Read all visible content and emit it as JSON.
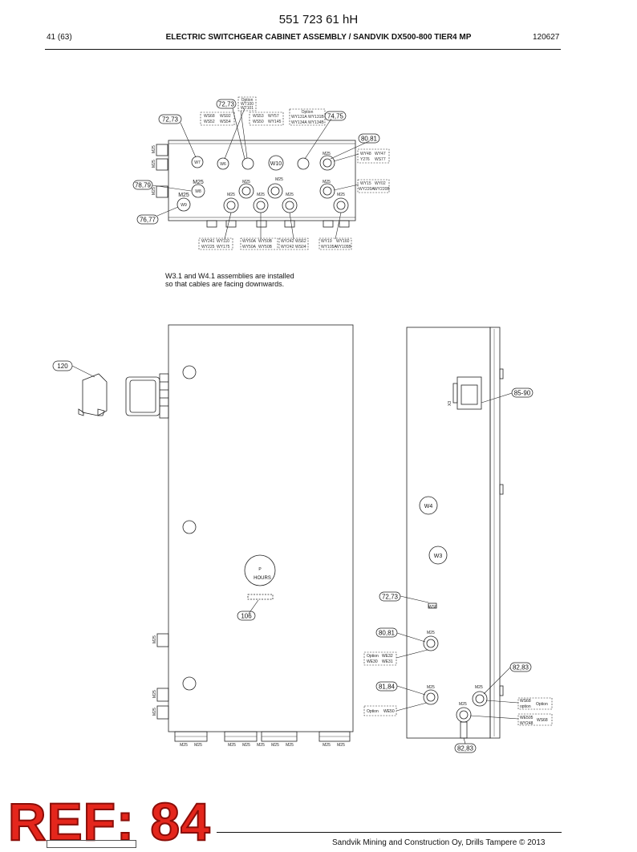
{
  "header": {
    "doc_number": "551 723 61 hH",
    "page": "41 (63)",
    "title": "ELECTRIC SWITCHGEAR CABINET ASSEMBLY / SANDVIK DX500-800 TIER4 MP",
    "date": "120627"
  },
  "top_view": {
    "callouts": [
      "72,73",
      "72,73",
      "74,75",
      "80,81",
      "78,79",
      "76,77"
    ],
    "option_note": [
      "Option",
      "WT100",
      "WT101"
    ],
    "wire_boxes": [
      [
        "WS68",
        "WS92"
      ],
      [
        "WS52",
        "WS54"
      ],
      [
        "WS53",
        "WY57"
      ],
      [
        "WS50",
        "WY145"
      ],
      [
        "Option"
      ],
      [
        "WY131A",
        "WY131B"
      ],
      [
        "WY134A",
        "WY134B"
      ],
      [
        "WY48",
        "WY47"
      ],
      [
        "Y276",
        "WS77"
      ],
      [
        "WY15",
        "WY02"
      ],
      [
        "WY220A",
        "WY220B"
      ],
      [
        "WY241",
        "WY110"
      ],
      [
        "WY225",
        "WY175"
      ],
      [
        "WY50A",
        "WY50B"
      ],
      [
        "WY50A",
        "WY50B"
      ],
      [
        "WY242",
        "WS62"
      ],
      [
        "WY242",
        "WS04"
      ],
      [
        "WY19",
        "WY160"
      ],
      [
        "WY105A",
        "WY105B"
      ]
    ],
    "gland_labels": [
      "W7",
      "W6",
      "W10",
      "W8",
      "W9",
      "M25",
      "M25",
      "M25",
      "M25",
      "M25",
      "M25",
      "M25",
      "M25",
      "M25",
      "M25"
    ],
    "note": [
      "W3.1 and W4.1 assemblies are installed",
      "so that cables are facing downwards."
    ]
  },
  "front_view": {
    "callouts": [
      "120",
      "106"
    ],
    "hour_meter": [
      "P",
      "HOURS"
    ],
    "bottom_labels": [
      "M25",
      "M25",
      "M25",
      "M25",
      "M25",
      "M25",
      "M25",
      "M25",
      "M25"
    ]
  },
  "side_view": {
    "callouts": [
      "85-90",
      "72,73",
      "80,81",
      "81,84",
      "82,83",
      "82,83"
    ],
    "connector": "X3",
    "glands": [
      "W4",
      "W3"
    ],
    "small_labels": [
      "WS6",
      "M25",
      "M25",
      "M25",
      "M25"
    ],
    "option_boxes": [
      [
        "Option",
        "WE32"
      ],
      [
        "WE30",
        "WE31"
      ],
      [
        "Option",
        "WE50"
      ],
      [
        "WS68",
        "option"
      ],
      [
        "Option"
      ],
      [
        "WE505",
        "WS68"
      ],
      [
        "WY248"
      ]
    ]
  },
  "footer": {
    "stamp": "REF: 84",
    "copyright": "Sandvik Mining and Construction Oy, Drills Tampere © 2013"
  }
}
